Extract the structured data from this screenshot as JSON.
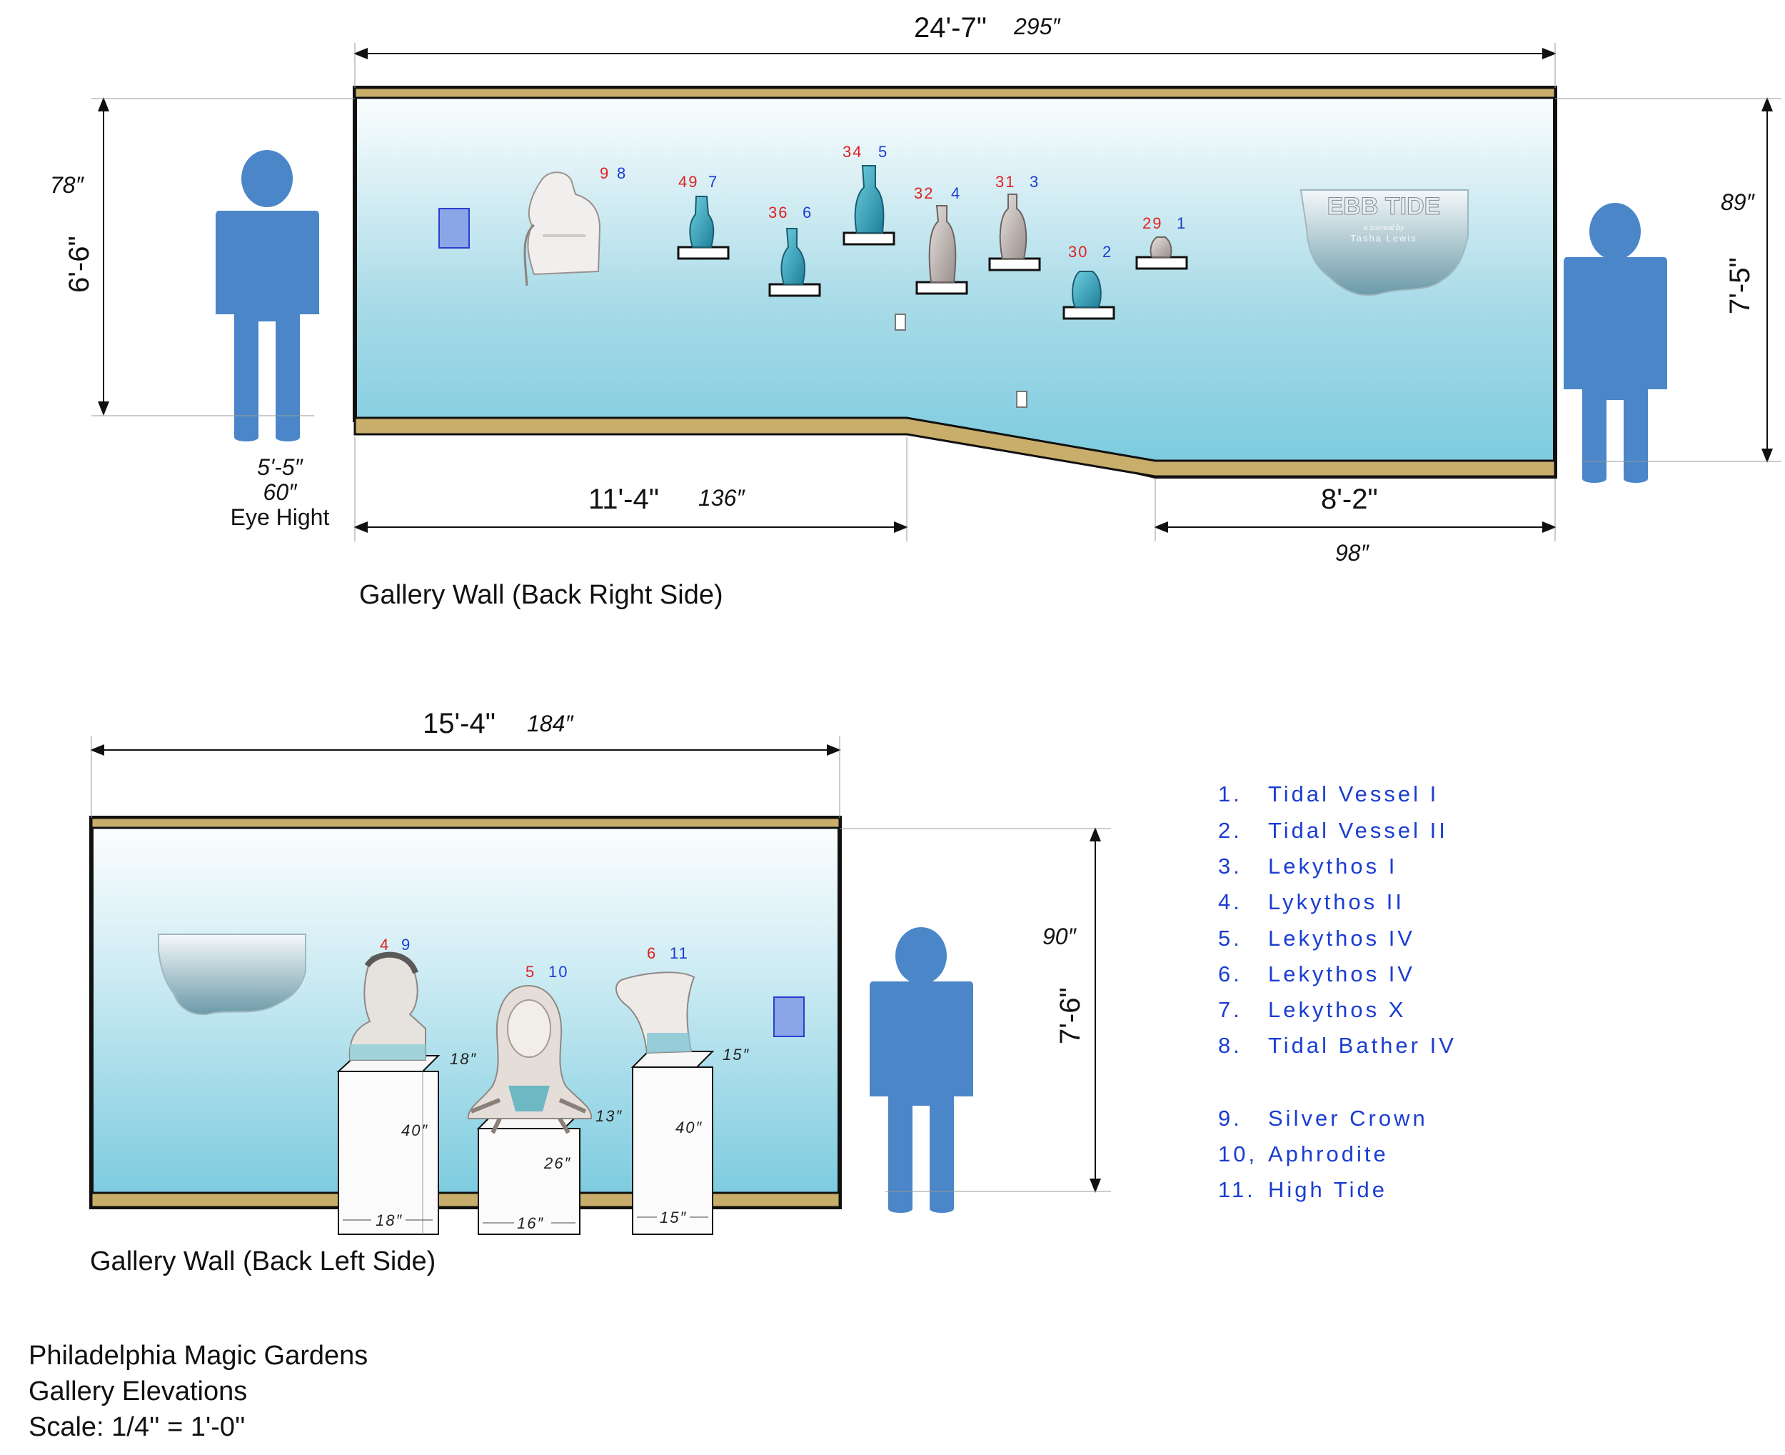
{
  "back_right": {
    "caption": "Gallery Wall (Back Right Side)",
    "width_ftin": "24'-7\"",
    "width_in": "295″",
    "left_height_in": "78″",
    "left_height_ftin": "6'-6\"",
    "right_height_in": "89″",
    "right_height_ftin": "7'-5\"",
    "bottom_left_ftin": "11'-4\"",
    "bottom_left_in": "136″",
    "bottom_right_ftin": "8'-2\"",
    "bottom_right_in": "98″",
    "eye_line1": "5'-5″",
    "eye_line2": "60″",
    "eye_line3": "Eye Hight",
    "sign_title": "EBB TIDE",
    "sign_sub": "a surreal by",
    "sign_author": "Tasha Lewis",
    "item_labels": [
      {
        "red": "9",
        "blue": "8"
      },
      {
        "red": "49",
        "blue": "7"
      },
      {
        "red": "36",
        "blue": "6"
      },
      {
        "red": "34",
        "blue": "5"
      },
      {
        "red": "32",
        "blue": "4"
      },
      {
        "red": "31",
        "blue": "3"
      },
      {
        "red": "30",
        "blue": "2"
      },
      {
        "red": "29",
        "blue": "1"
      }
    ]
  },
  "back_left": {
    "caption": "Gallery Wall (Back Left Side)",
    "width_ftin": "15'-4\"",
    "width_in": "184″",
    "height_in": "90″",
    "height_ftin": "7'-6\"",
    "item_labels": [
      {
        "red": "4",
        "blue": "9"
      },
      {
        "red": "5",
        "blue": "10"
      },
      {
        "red": "6",
        "blue": "11"
      }
    ],
    "pedestals": [
      {
        "top": "18″",
        "height": "40″",
        "base": "18″"
      },
      {
        "top": "13″",
        "height": "26″",
        "base": "16″"
      },
      {
        "top": "15″",
        "height": "40″",
        "base": "15″"
      }
    ]
  },
  "legend": [
    {
      "num": "1.",
      "name": "Tidal Vessel I"
    },
    {
      "num": "2.",
      "name": "Tidal Vessel II"
    },
    {
      "num": "3.",
      "name": "Lekythos I"
    },
    {
      "num": "4.",
      "name": "Lykythos II"
    },
    {
      "num": "5.",
      "name": "Lekythos IV"
    },
    {
      "num": "6.",
      "name": "Lekythos IV"
    },
    {
      "num": "7.",
      "name": "Lekythos X"
    },
    {
      "num": "8.",
      "name": "Tidal Bather IV"
    },
    {
      "num": "9.",
      "name": "Silver Crown"
    },
    {
      "num": "10,",
      "name": "Aphrodite"
    },
    {
      "num": "11.",
      "name": "High Tide"
    }
  ],
  "footer": {
    "line1": "Philadelphia Magic Gardens",
    "line2": "Gallery Elevations",
    "line3": "Scale: 1/4'' = 1'-0''"
  },
  "colors": {
    "figure": "#4a86c8",
    "wall_top": "#ffffff",
    "wall_bottom": "#7ecde0",
    "trim": "#c9ad6a",
    "legend_text": "#1a3dd1",
    "label_red": "#e02020"
  }
}
